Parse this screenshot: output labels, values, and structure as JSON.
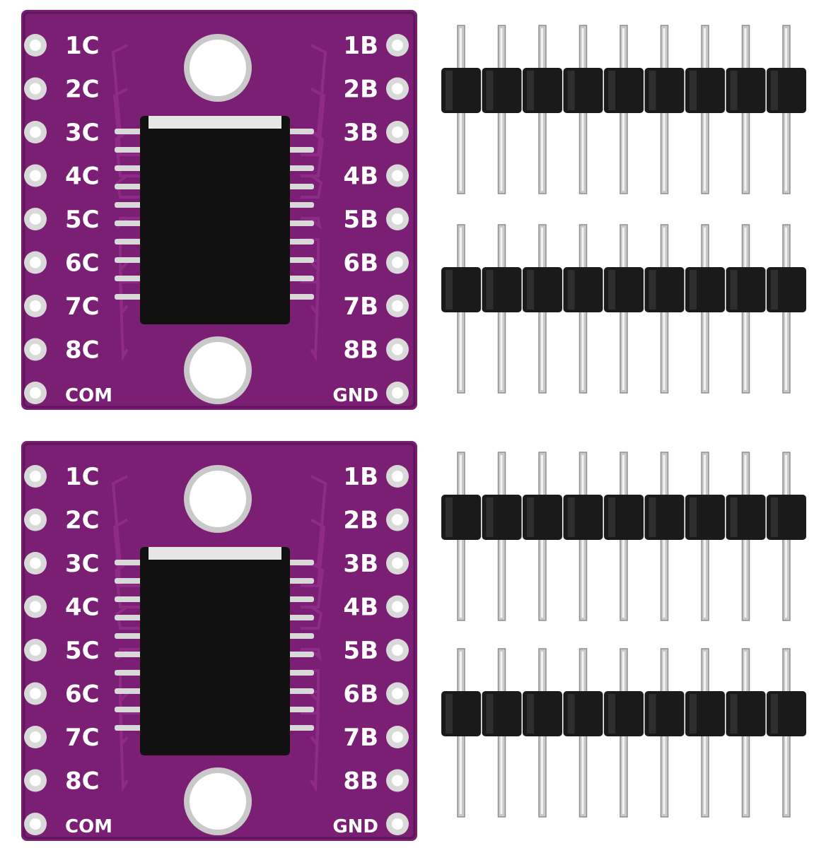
{
  "photo": {
    "colors": {
      "background": "#ffffff",
      "pcb": "#7a1f73",
      "pcb_dark": "#5e155a",
      "trace": "#8e2b86",
      "silkscreen": "#ffffff",
      "pad": "#d9d9d9",
      "chip": "#111111",
      "header_plastic": "#1a1a1a",
      "pin_metal": "#c9c9c9"
    },
    "boards": [
      {
        "left_labels": [
          "1C",
          "2C",
          "3C",
          "4C",
          "5C",
          "6C",
          "7C",
          "8C",
          "COM"
        ],
        "right_labels": [
          "1B",
          "2B",
          "3B",
          "4B",
          "5B",
          "6B",
          "7B",
          "8B",
          "GND"
        ]
      },
      {
        "left_labels": [
          "1C",
          "2C",
          "3C",
          "4C",
          "5C",
          "6C",
          "7C",
          "8C",
          "COM"
        ],
        "right_labels": [
          "1B",
          "2B",
          "3B",
          "4B",
          "5B",
          "6B",
          "7B",
          "8B",
          "GND"
        ]
      }
    ],
    "headers": [
      {
        "pin_count": 9
      },
      {
        "pin_count": 9
      },
      {
        "pin_count": 9
      },
      {
        "pin_count": 9
      }
    ]
  }
}
